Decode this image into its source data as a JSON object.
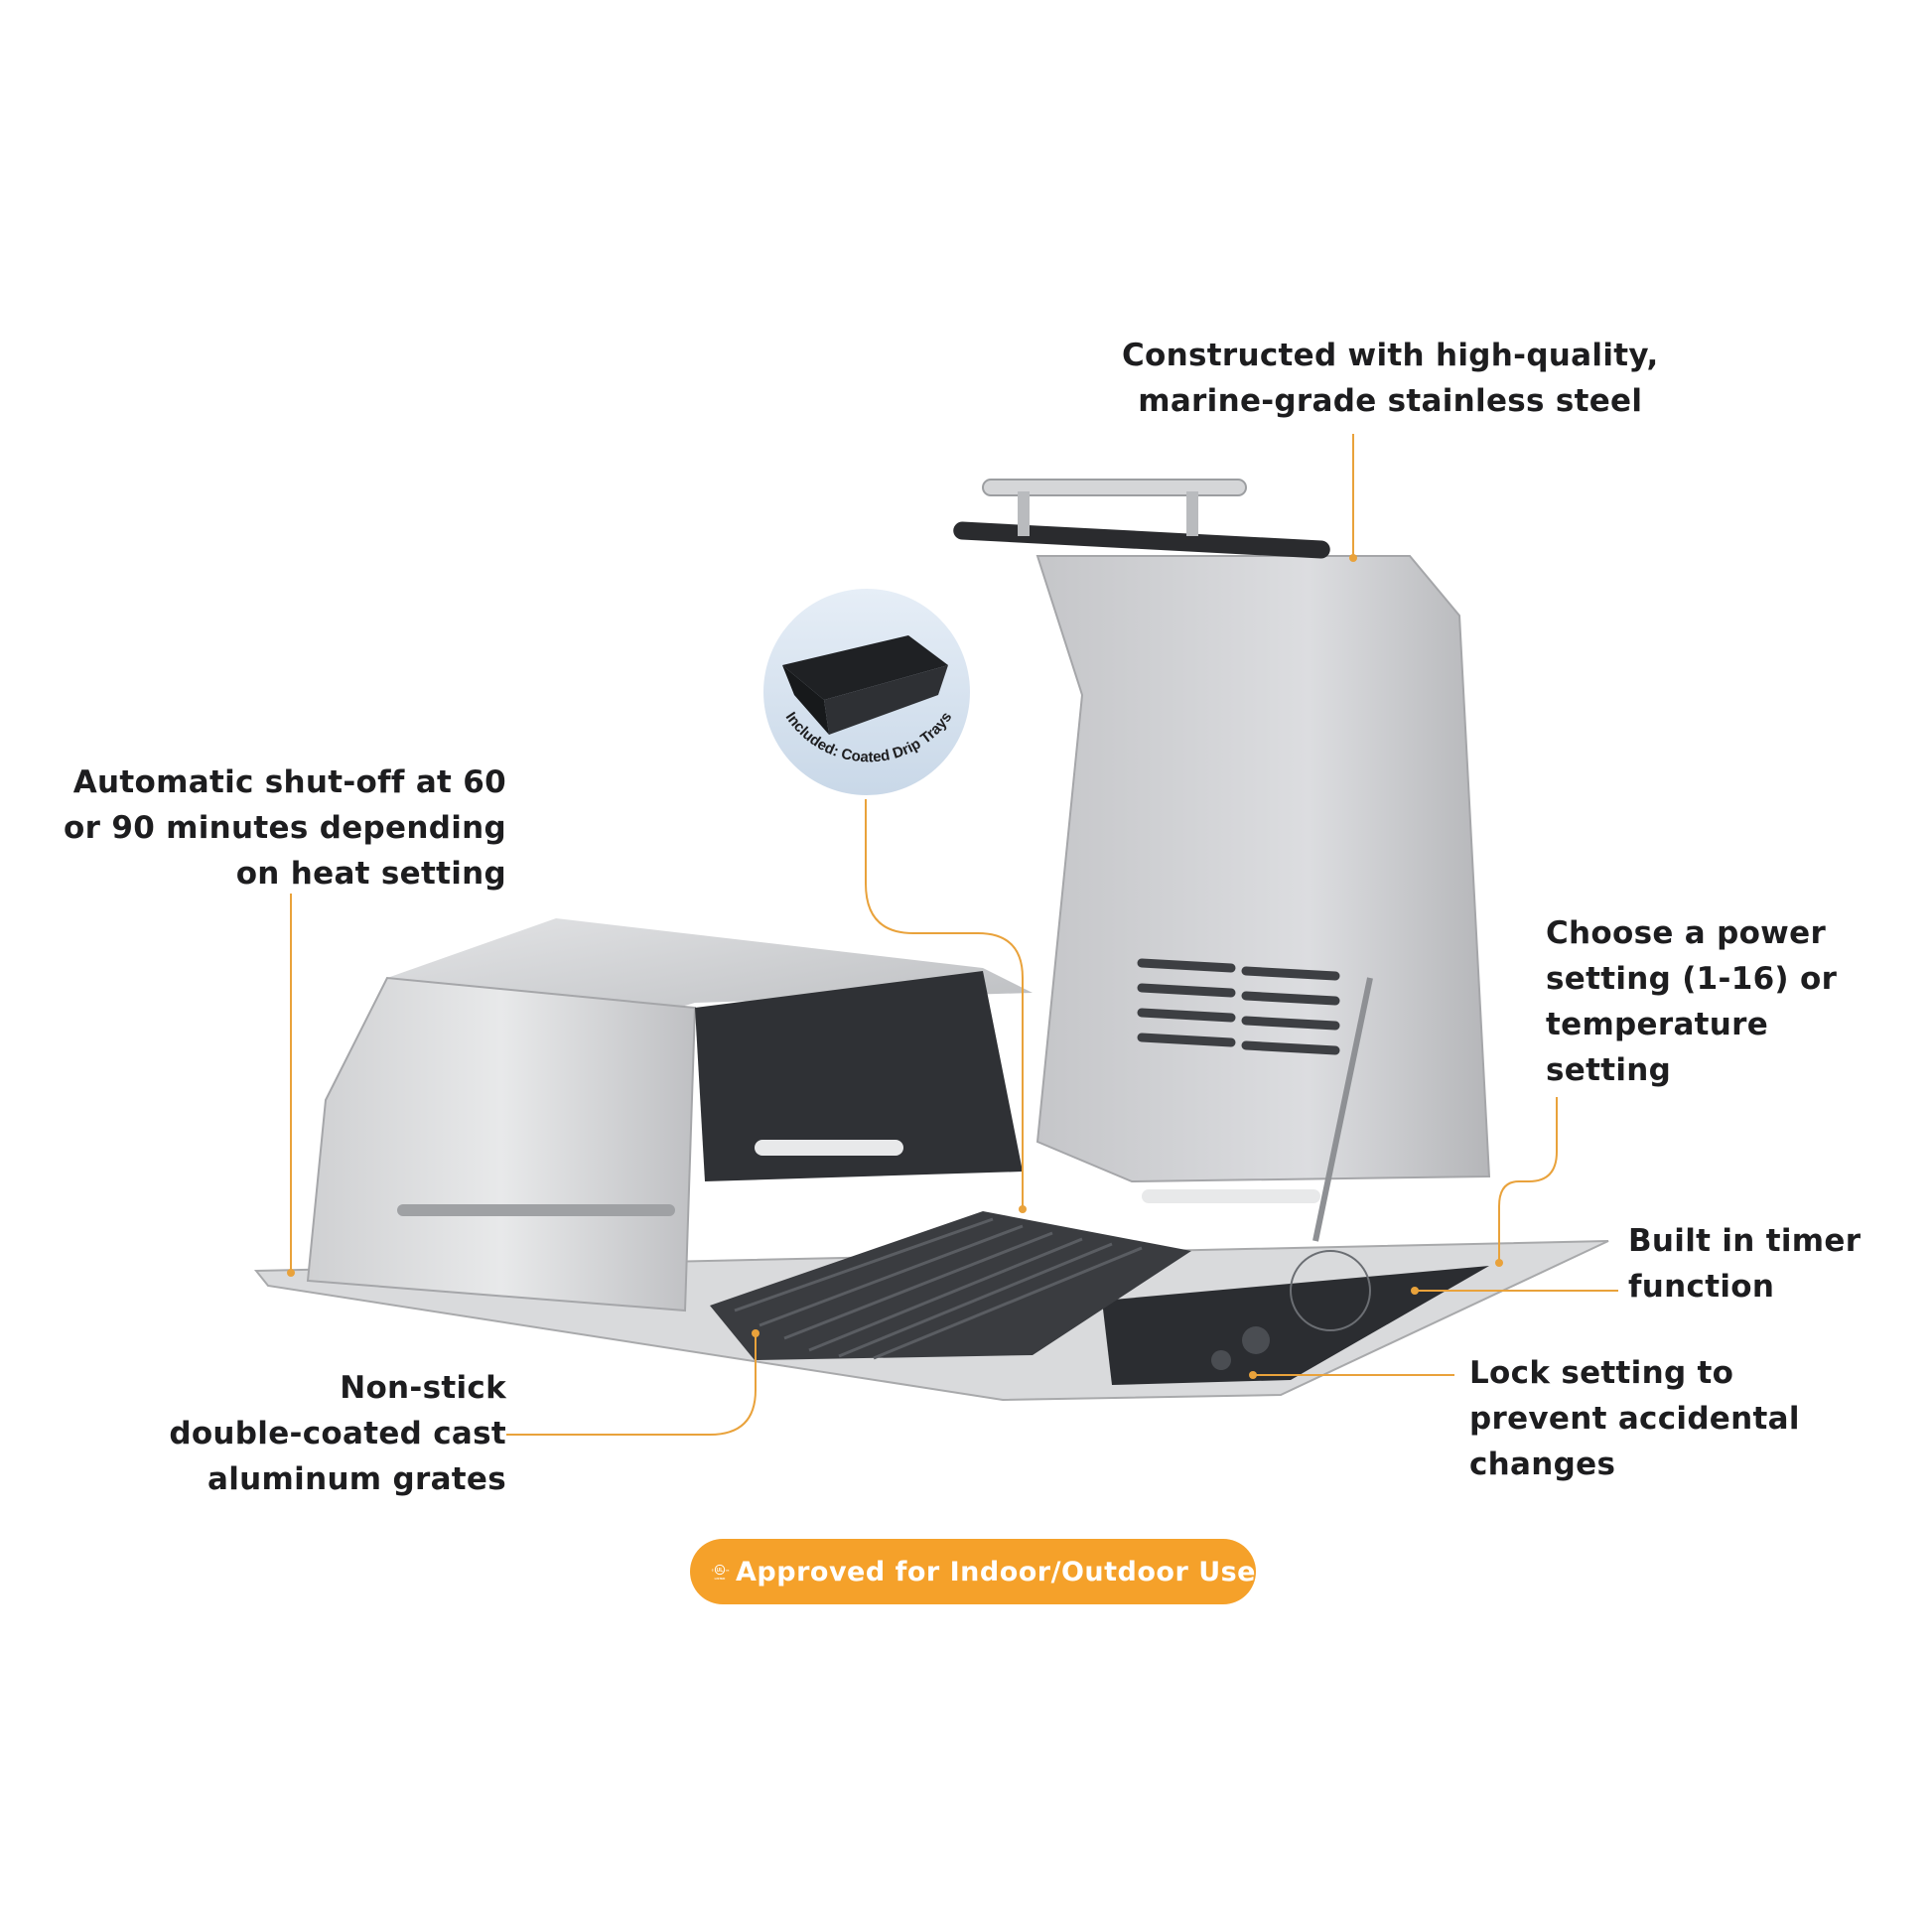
{
  "callouts": {
    "steel": {
      "lines": [
        "Constructed with high-quality,",
        "marine-grade stainless steel"
      ]
    },
    "shutoff": {
      "lines": [
        "Automatic shut-off at 60",
        "or 90 minutes depending",
        "on heat setting"
      ]
    },
    "power": {
      "lines": [
        "Choose a power",
        "setting (1-16) or",
        "temperature",
        "setting"
      ]
    },
    "timer": {
      "lines": [
        "Built in timer",
        "function"
      ]
    },
    "lock": {
      "lines": [
        "Lock setting to",
        "prevent accidental",
        "changes"
      ]
    },
    "grates": {
      "lines": [
        "Non-stick",
        "double-coated cast",
        "aluminum grates"
      ]
    }
  },
  "drip_tray": {
    "caption": "Included: Coated Drip Trays"
  },
  "badge": {
    "text": "Approved for Indoor/Outdoor Use",
    "logo_letters": "UL",
    "logo_left": "c",
    "logo_right": "us",
    "logo_bottom": "LISTED"
  },
  "colors": {
    "accent": "#f5a12a",
    "leader": "#e9a23b",
    "text": "#1d1d1f",
    "steel": "#c9cacc"
  }
}
